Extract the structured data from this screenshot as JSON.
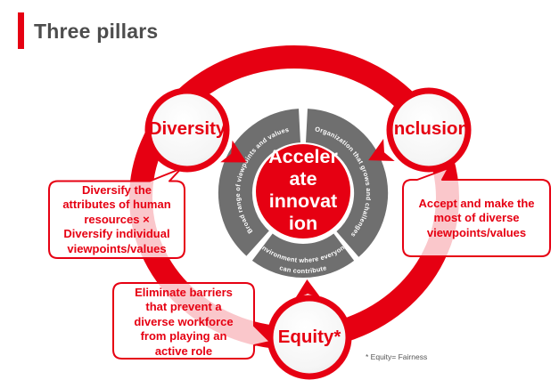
{
  "title": {
    "text": "Three pillars"
  },
  "colors": {
    "red": "#e60012",
    "gray": "#6f6f6f",
    "title_gray": "#4d4d4d"
  },
  "diagram": {
    "center_circle": {
      "text": "Acceler\nate\ninnovat\nion"
    },
    "inner_ring": {
      "segment_left": "Broad range of viewpoints and values",
      "segment_right": "Organization that grows and challenges",
      "segment_bottom_line1": "Environment where everyone",
      "segment_bottom_line2": "can contribute"
    },
    "pillars": {
      "diversity": {
        "label": "Diversity",
        "callout": "Diversify the\nattributes of human\nresources ×\nDiversify individual\nviewpoints/values"
      },
      "inclusion": {
        "label": "Inclusion",
        "callout": "Accept and make the\nmost of diverse\nviewpoints/values"
      },
      "equity": {
        "label": "Equity*",
        "callout": "Eliminate barriers\nthat prevent a\ndiverse workforce\nfrom playing an\nactive role"
      }
    },
    "footnote": "* Equity= Fairness"
  }
}
